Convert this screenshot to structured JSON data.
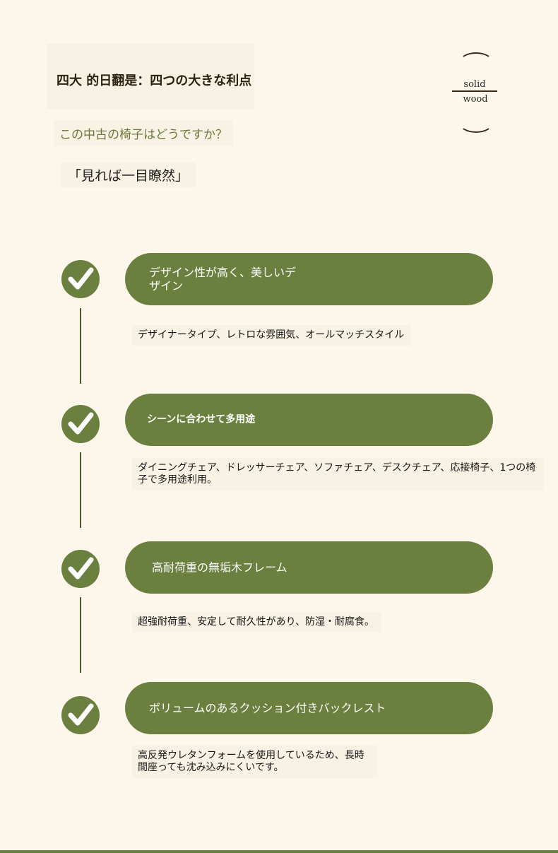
{
  "header": {
    "headline": "四大 的日翻是：四つの大きな利点",
    "subtitle": "この中古の椅子はどうですか？",
    "quote": "「見れば一目瞭然」"
  },
  "badge": {
    "top_word": "solid",
    "bottom_word": "wood"
  },
  "features": [
    {
      "title": "デザイン性が高く、美しいデザイン",
      "description": "デザイナータイプ、レトロな雰囲気、オールマッチスタイル"
    },
    {
      "title": "シーンに合わせて多用途",
      "description": "ダイニングチェア、ドレッサーチェア、ソファチェア、デスクチェア、応接椅子、1つの椅子で多用途利用。"
    },
    {
      "title": "高耐荷重の無垢木フレーム",
      "description": "超強耐荷重、安定して耐久性があり、防湿・耐腐食。"
    },
    {
      "title": "ボリュームのあるクッション付きバックレスト",
      "description": "高反発ウレタンフォームを使用しているため、長時間座っても沈み込みにくいです。"
    }
  ],
  "colors": {
    "background": "#fcf7ea",
    "accent_green": "#6b7f3e",
    "check_mark": "#ffffff",
    "text_dark": "#1c1c14"
  },
  "icons": {
    "check": "check-circle-icon",
    "badge": "solid-wood-emblem"
  }
}
